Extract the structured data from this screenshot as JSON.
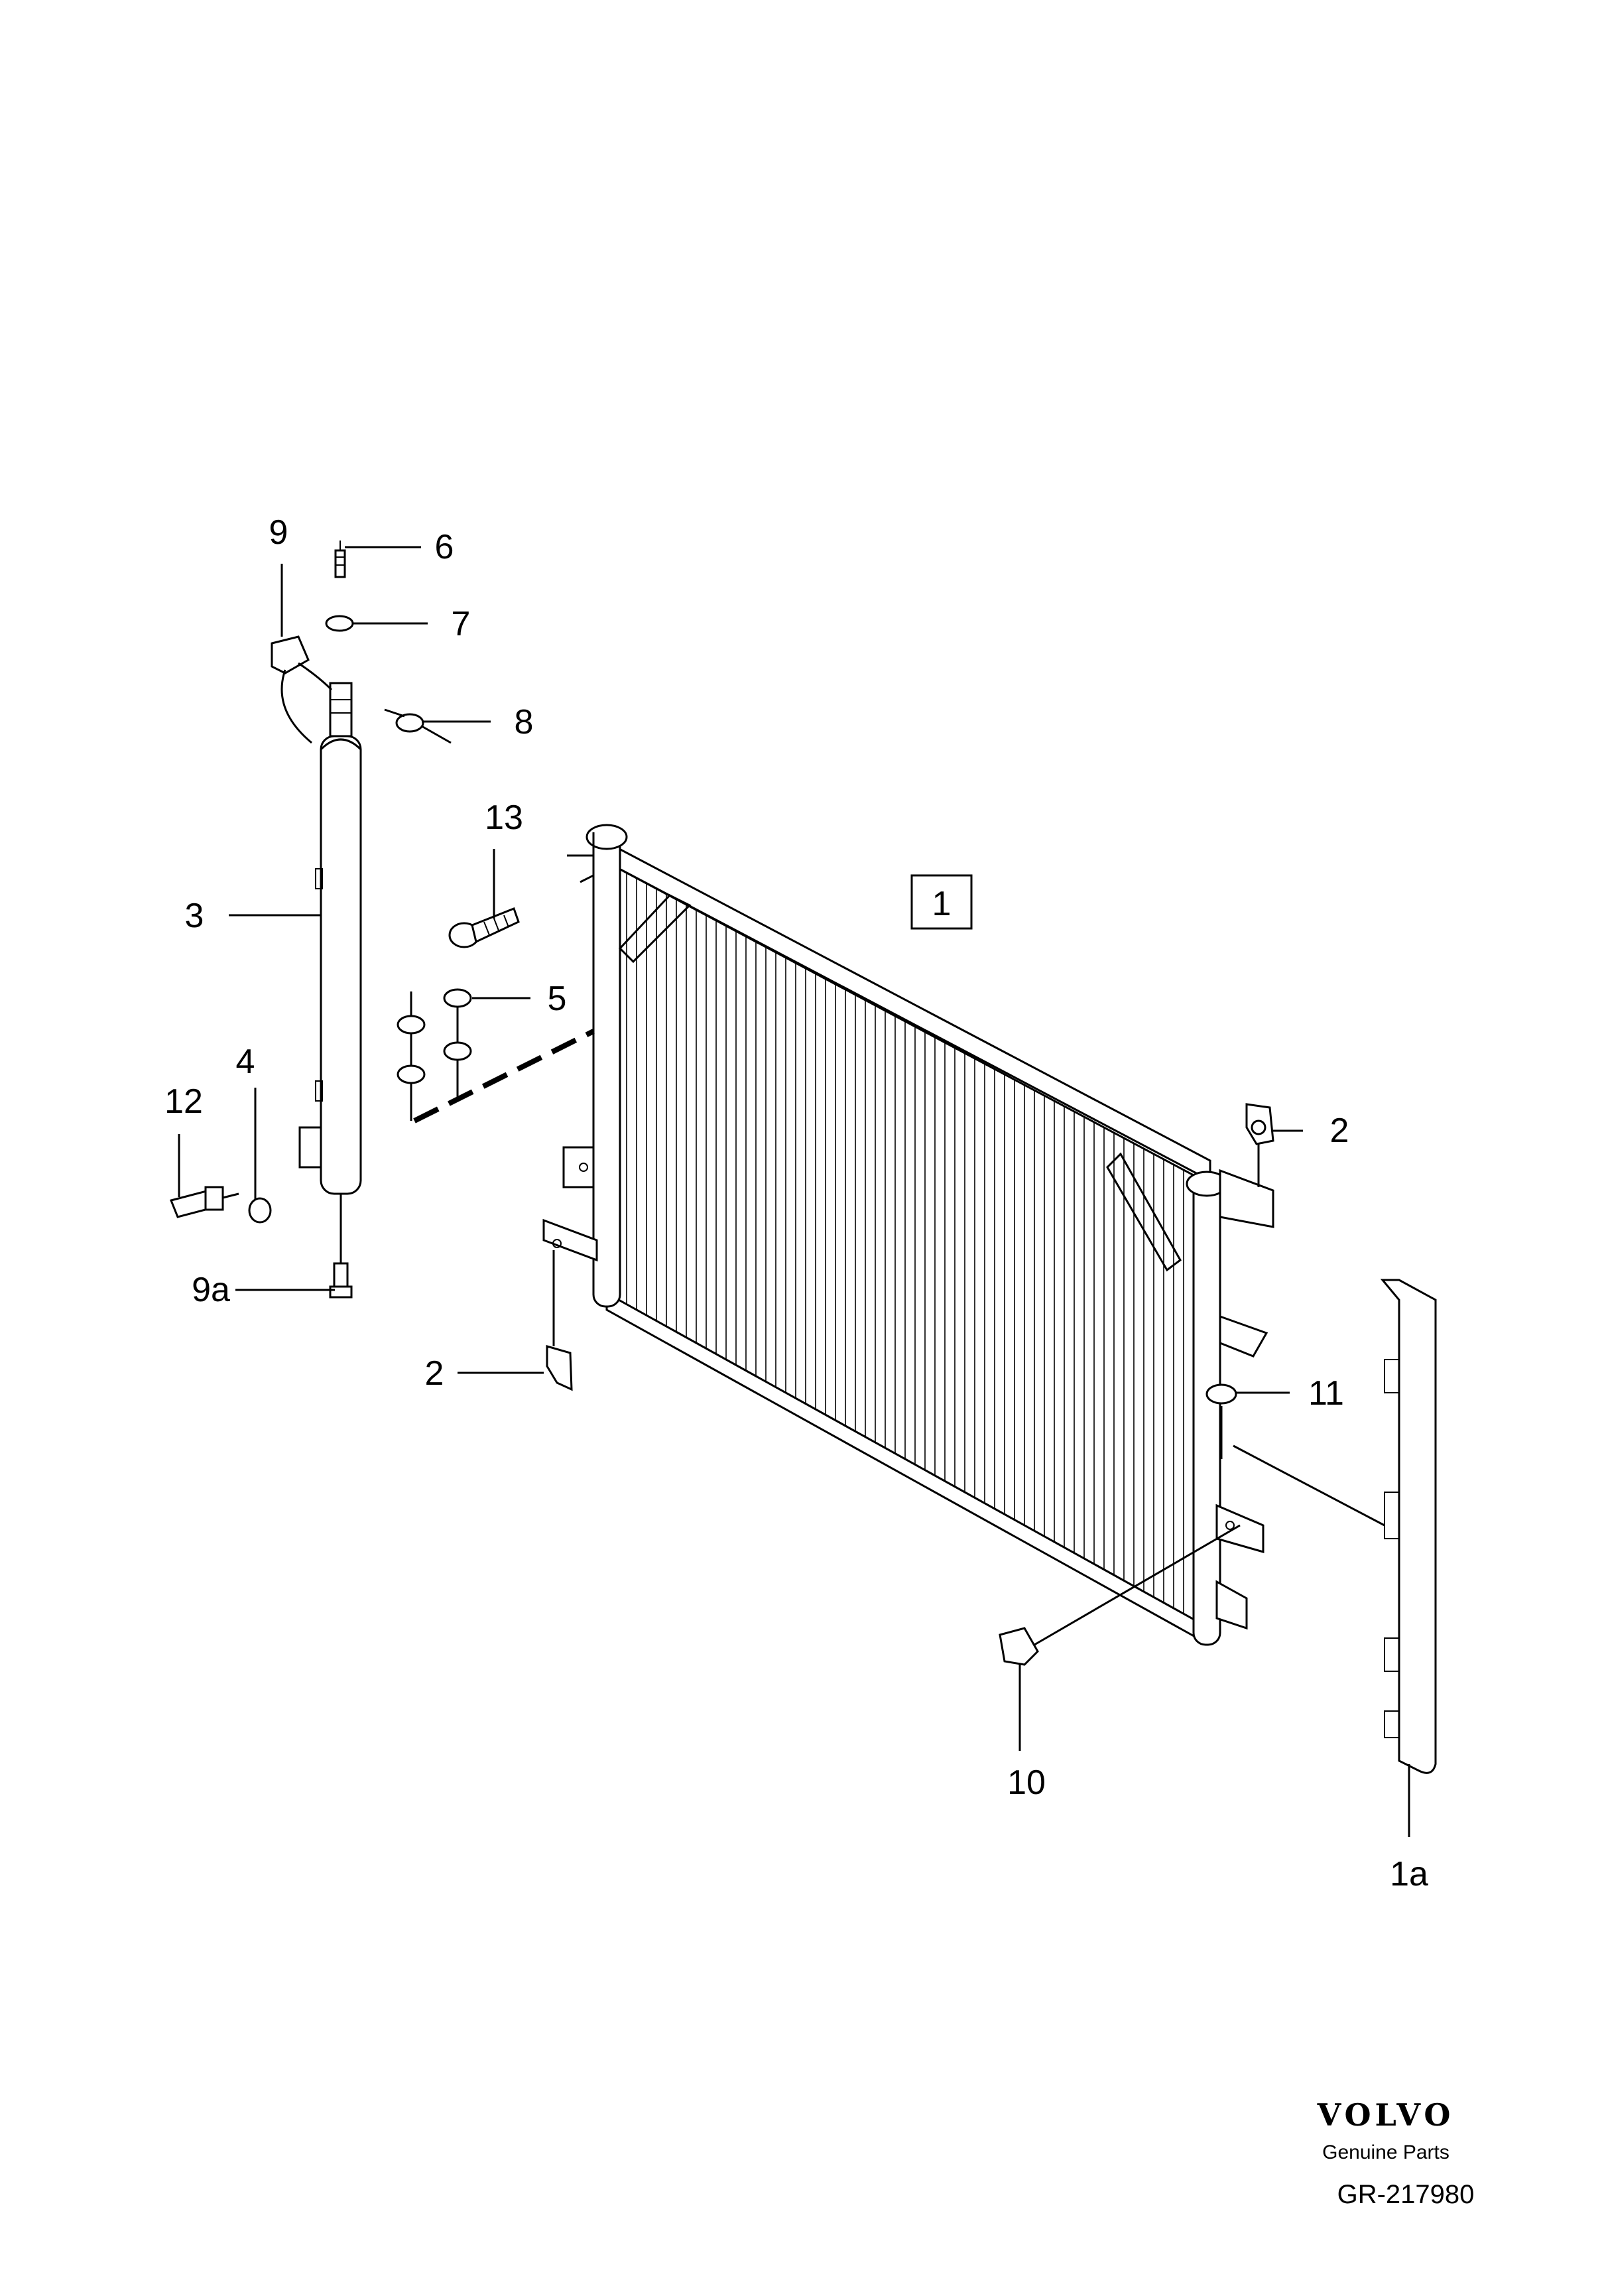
{
  "callouts": {
    "c9": "9",
    "c6": "6",
    "c7": "7",
    "c8": "8",
    "c13": "13",
    "c3": "3",
    "c5": "5",
    "c4": "4",
    "c12": "12",
    "c9a": "9a",
    "c2a": "2",
    "c2b": "2",
    "c11": "11",
    "c10": "10",
    "c1a": "1a",
    "c1": "1"
  },
  "footer": {
    "brand": "VOLVO",
    "subtitle": "Genuine Parts",
    "code": "GR-217980"
  }
}
